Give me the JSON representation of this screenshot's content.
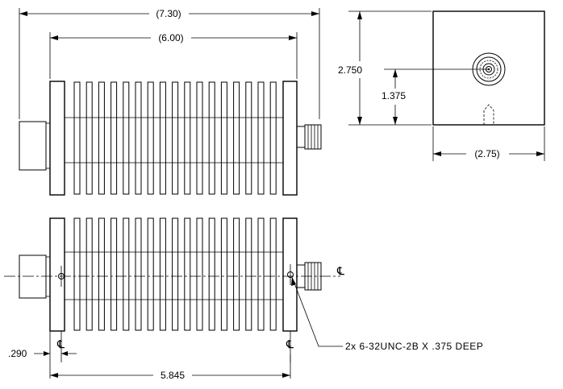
{
  "top_view": {
    "overall_length": "(7.30)",
    "body_length": "(6.00)"
  },
  "end_view": {
    "height": "2.750",
    "center_height": "1.375",
    "width": "(2.75)"
  },
  "bottom_view": {
    "hole_offset": ".290",
    "hole_spacing": "5.845",
    "centerline_symbol": "℄",
    "hole_callout": "2x 6-32UNC-2B X .375 DEEP"
  }
}
